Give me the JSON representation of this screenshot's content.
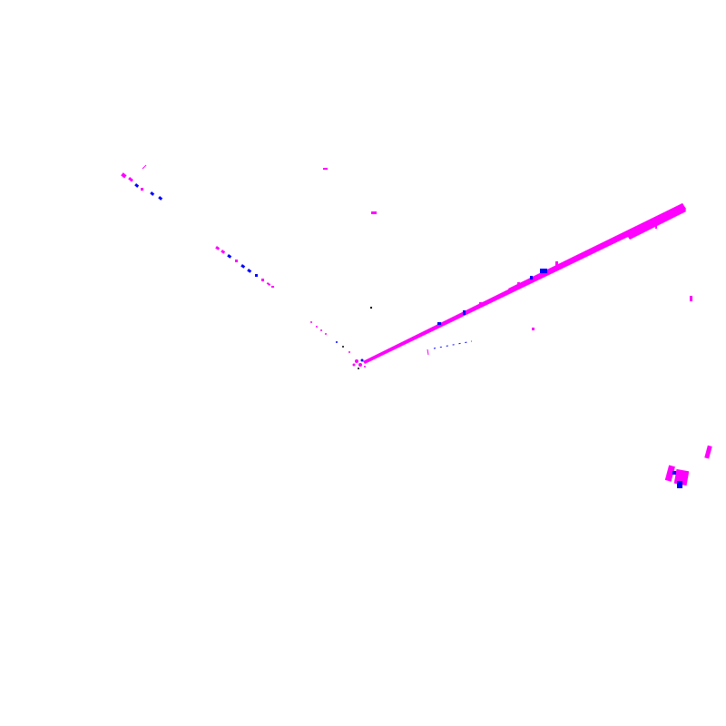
{
  "view": {
    "background_color": "#ffffff",
    "colors": {
      "primary_points": "#ff00ff",
      "secondary_points": "#0000ff"
    }
  },
  "scan": {
    "sensor_origin_marker": "sensor-origin-cluster",
    "segments": [
      {
        "name": "left-wall-upper",
        "color_key": "mixed"
      },
      {
        "name": "left-wall-lower",
        "color_key": "mixed"
      },
      {
        "name": "diagonal-wall",
        "color_key": "mixed"
      },
      {
        "name": "right-obstacle-cluster",
        "color_key": "mixed"
      },
      {
        "name": "scattered-points",
        "color_key": "mixed"
      }
    ]
  }
}
